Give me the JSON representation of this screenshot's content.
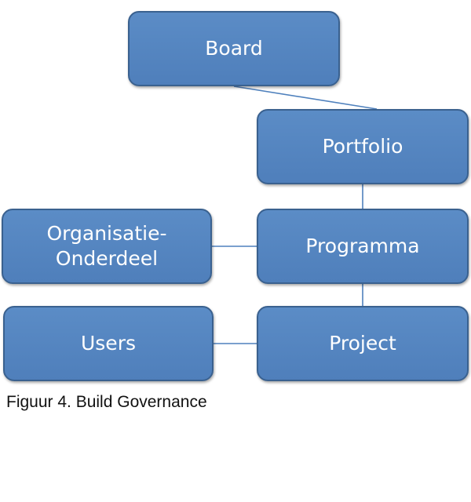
{
  "diagram": {
    "nodes": {
      "board": "Board",
      "portfolio": "Portfolio",
      "programma": "Programma",
      "organisatie_onderdeel": "Organisatie-\nOnderdeel",
      "project": "Project",
      "users": "Users"
    },
    "colors": {
      "box_fill": "#4f81bd",
      "box_border": "#3a618f",
      "connector": "#4f81bd",
      "text": "#ffffff"
    }
  },
  "caption": "Figuur 4. Build Governance"
}
